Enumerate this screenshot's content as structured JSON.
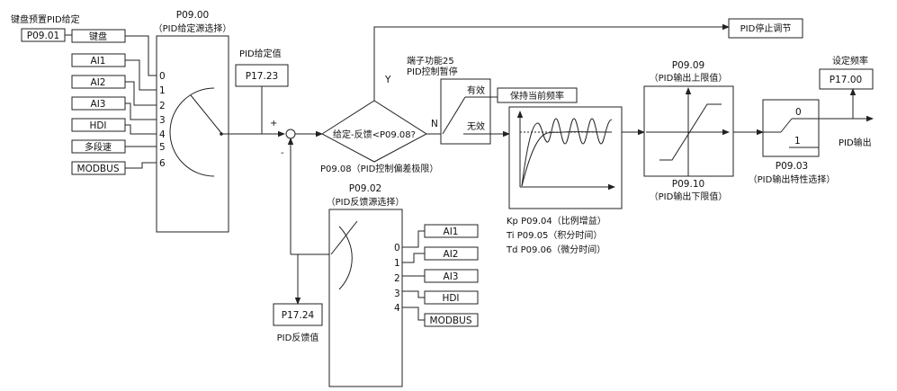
{
  "left_inputs": {
    "keypad_preset_label": "键盘预置PID给定",
    "p0901": "P09.01",
    "keypad": "键盘",
    "ai1": "AI1",
    "ai2": "AI2",
    "ai3": "AI3",
    "hdi": "HDI",
    "multistep": "多段速",
    "modbus": "MODBUS",
    "channels": [
      "0",
      "1",
      "2",
      "3",
      "4",
      "5",
      "6"
    ]
  },
  "ref_source": {
    "code": "P09.00",
    "desc": "（PID给定源选择）"
  },
  "ref_value": {
    "label": "PID给定值",
    "value": "P17.23"
  },
  "summing": {
    "plus": "+",
    "minus": "-"
  },
  "decision": {
    "text": "给定-反馈<P09.08?",
    "yes": "Y",
    "no": "N",
    "param": "P09.08（PID控制偏差极限）"
  },
  "pause": {
    "label1": "端子功能25",
    "label2": "PID控制暂停",
    "valid": "有效",
    "invalid": "无效",
    "hold": "保持当前频率"
  },
  "stop_label": "PID停止调节",
  "pid_params": {
    "kp": "Kp P09.04（比例增益）",
    "ti": "Ti  P09.05（积分时间）",
    "td": "Td P09.06（微分时间）"
  },
  "limits": {
    "upper_code": "P09.09",
    "upper_desc": "（PID输出上限值）",
    "lower_code": "P09.10",
    "lower_desc": "（PID输出下限值）"
  },
  "output_sel": {
    "opt0": "0",
    "opt1": "1",
    "code": "P09.03",
    "desc": "（PID输出特性选择）"
  },
  "set_freq": {
    "label": "设定频率",
    "value": "P17.00"
  },
  "pid_output": "PID输出",
  "fb_source": {
    "code": "P09.02",
    "desc": "（PID反馈源选择）",
    "channels": [
      "0",
      "1",
      "2",
      "3",
      "4"
    ],
    "ai1": "AI1",
    "ai2": "AI2",
    "ai3": "AI3",
    "hdi": "HDI",
    "modbus": "MODBUS"
  },
  "fb_value": {
    "value": "P17.24",
    "label": "PID反馈值"
  }
}
